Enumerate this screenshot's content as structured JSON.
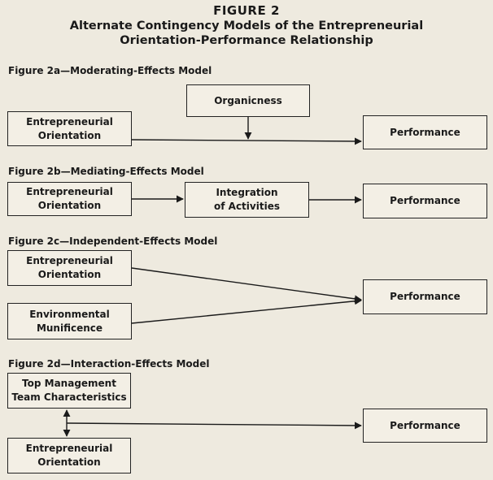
{
  "figure": {
    "number": "FIGURE 2",
    "title_line1": "Alternate Contingency Models of the Entrepreneurial",
    "title_line2": "Orientation-Performance Relationship"
  },
  "panels": {
    "a": {
      "label": "Figure 2a—Moderating-Effects Model",
      "eo_line1": "Entrepreneurial",
      "eo_line2": "Orientation",
      "moderator": "Organicness",
      "outcome": "Performance"
    },
    "b": {
      "label": "Figure 2b—Mediating-Effects Model",
      "eo_line1": "Entrepreneurial",
      "eo_line2": "Orientation",
      "mediator_line1": "Integration",
      "mediator_line2": "of Activities",
      "outcome": "Performance"
    },
    "c": {
      "label": "Figure 2c—Independent-Effects Model",
      "eo_line1": "Entrepreneurial",
      "eo_line2": "Orientation",
      "env_line1": "Environmental",
      "env_line2": "Munificence",
      "outcome": "Performance"
    },
    "d": {
      "label": "Figure 2d—Interaction-Effects Model",
      "tmt_line1": "Top Management",
      "tmt_line2": "Team Characteristics",
      "eo_line1": "Entrepreneurial",
      "eo_line2": "Orientation",
      "outcome": "Performance"
    }
  }
}
